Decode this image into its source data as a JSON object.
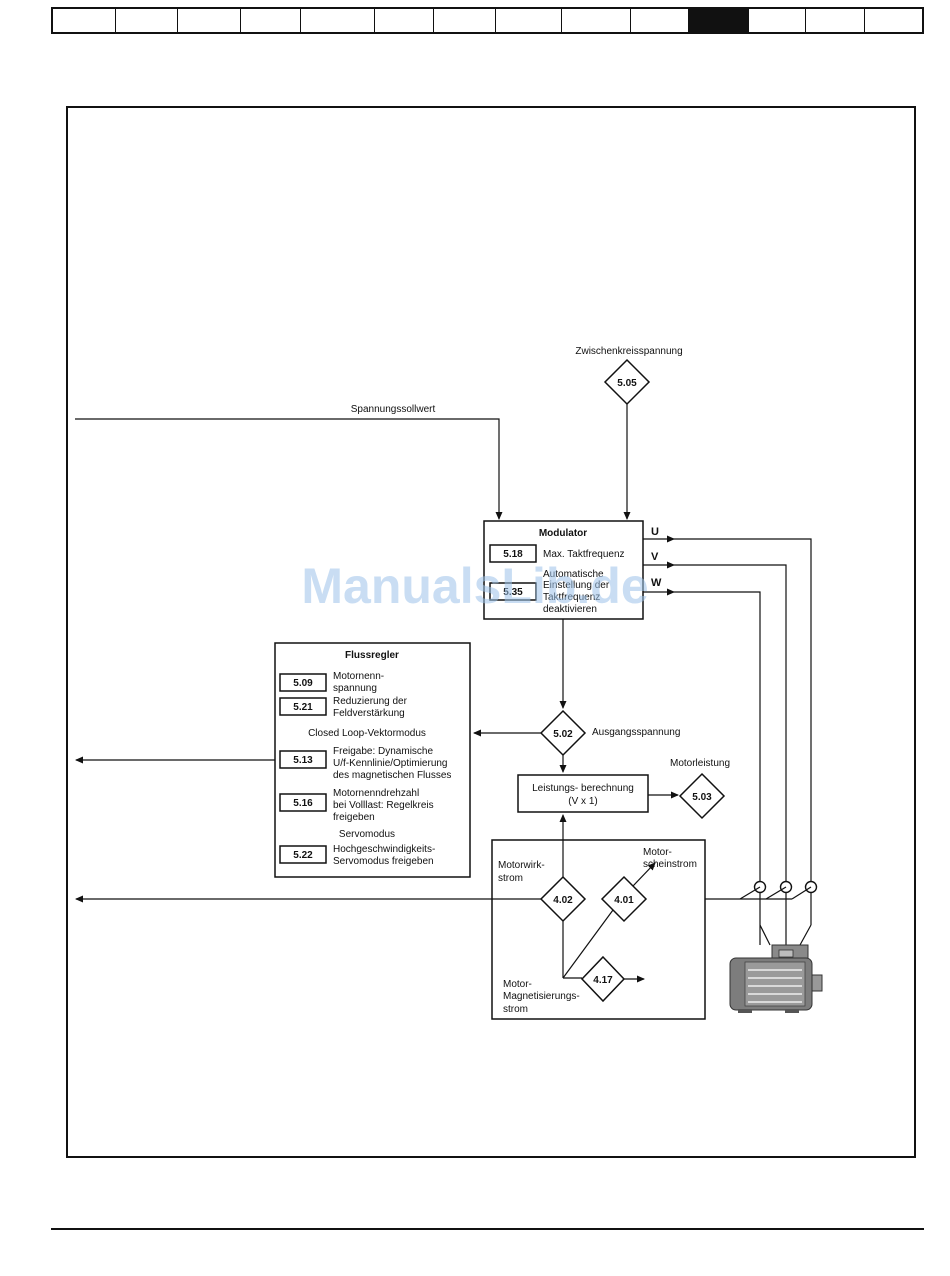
{
  "header": {
    "tab_count": 14,
    "active_tab": 10
  },
  "diagram": {
    "zwischenkreis_label": "Zwischenkreisspannung",
    "spannungssollwert_label": "Spannungssollwert",
    "modulator": {
      "title": "Modulator",
      "p518_code": "5.18",
      "p518_text": "Max. Taktfrequenz",
      "p535_code": "5.35",
      "p535_lines": [
        "Automatische",
        "Einstellung der",
        "Taktfrequenz",
        "deaktivieren"
      ]
    },
    "phases": {
      "u": "U",
      "v": "V",
      "w": "W"
    },
    "p505_code": "5.05",
    "p502_code": "5.02",
    "ausgangsspannung_label": "Ausgangsspannung",
    "leistung": {
      "line1": "Leistungs- berechnung",
      "line2": "(V x 1)"
    },
    "motorleistung_label": "Motorleistung",
    "p503_code": "5.03",
    "flussregler": {
      "title": "Flussregler",
      "p509_code": "5.09",
      "p509_lines": [
        "Motornenn-",
        "spannung"
      ],
      "p521_code": "5.21",
      "p521_lines": [
        "Reduzierung der",
        "Feldverstärkung"
      ],
      "closed_loop_label": "Closed Loop-Vektormodus",
      "p513_code": "5.13",
      "p513_lines": [
        "Freigabe: Dynamische",
        "U/f-Kennlinie/Optimierung",
        "des magnetischen Flusses"
      ],
      "p516_code": "5.16",
      "p516_lines": [
        "Motornenndrehzahl",
        "bei Volllast: Regelkreis",
        "freigeben"
      ],
      "servo_label": "Servomodus",
      "p522_code": "5.22",
      "p522_lines": [
        "Hochgeschwindigkeits-",
        "Servomodus freigeben"
      ]
    },
    "current_box": {
      "motorwirk_lines": [
        "Motorwirk-",
        "strom"
      ],
      "p402_code": "4.02",
      "motorschein_lines": [
        "Motor-",
        "scheinstrom"
      ],
      "p401_code": "4.01",
      "p417_code": "4.17",
      "magnet_lines": [
        "Motor-",
        "Magnetisierungs-",
        "strom"
      ]
    },
    "watermark": "ManualsLib.de"
  }
}
